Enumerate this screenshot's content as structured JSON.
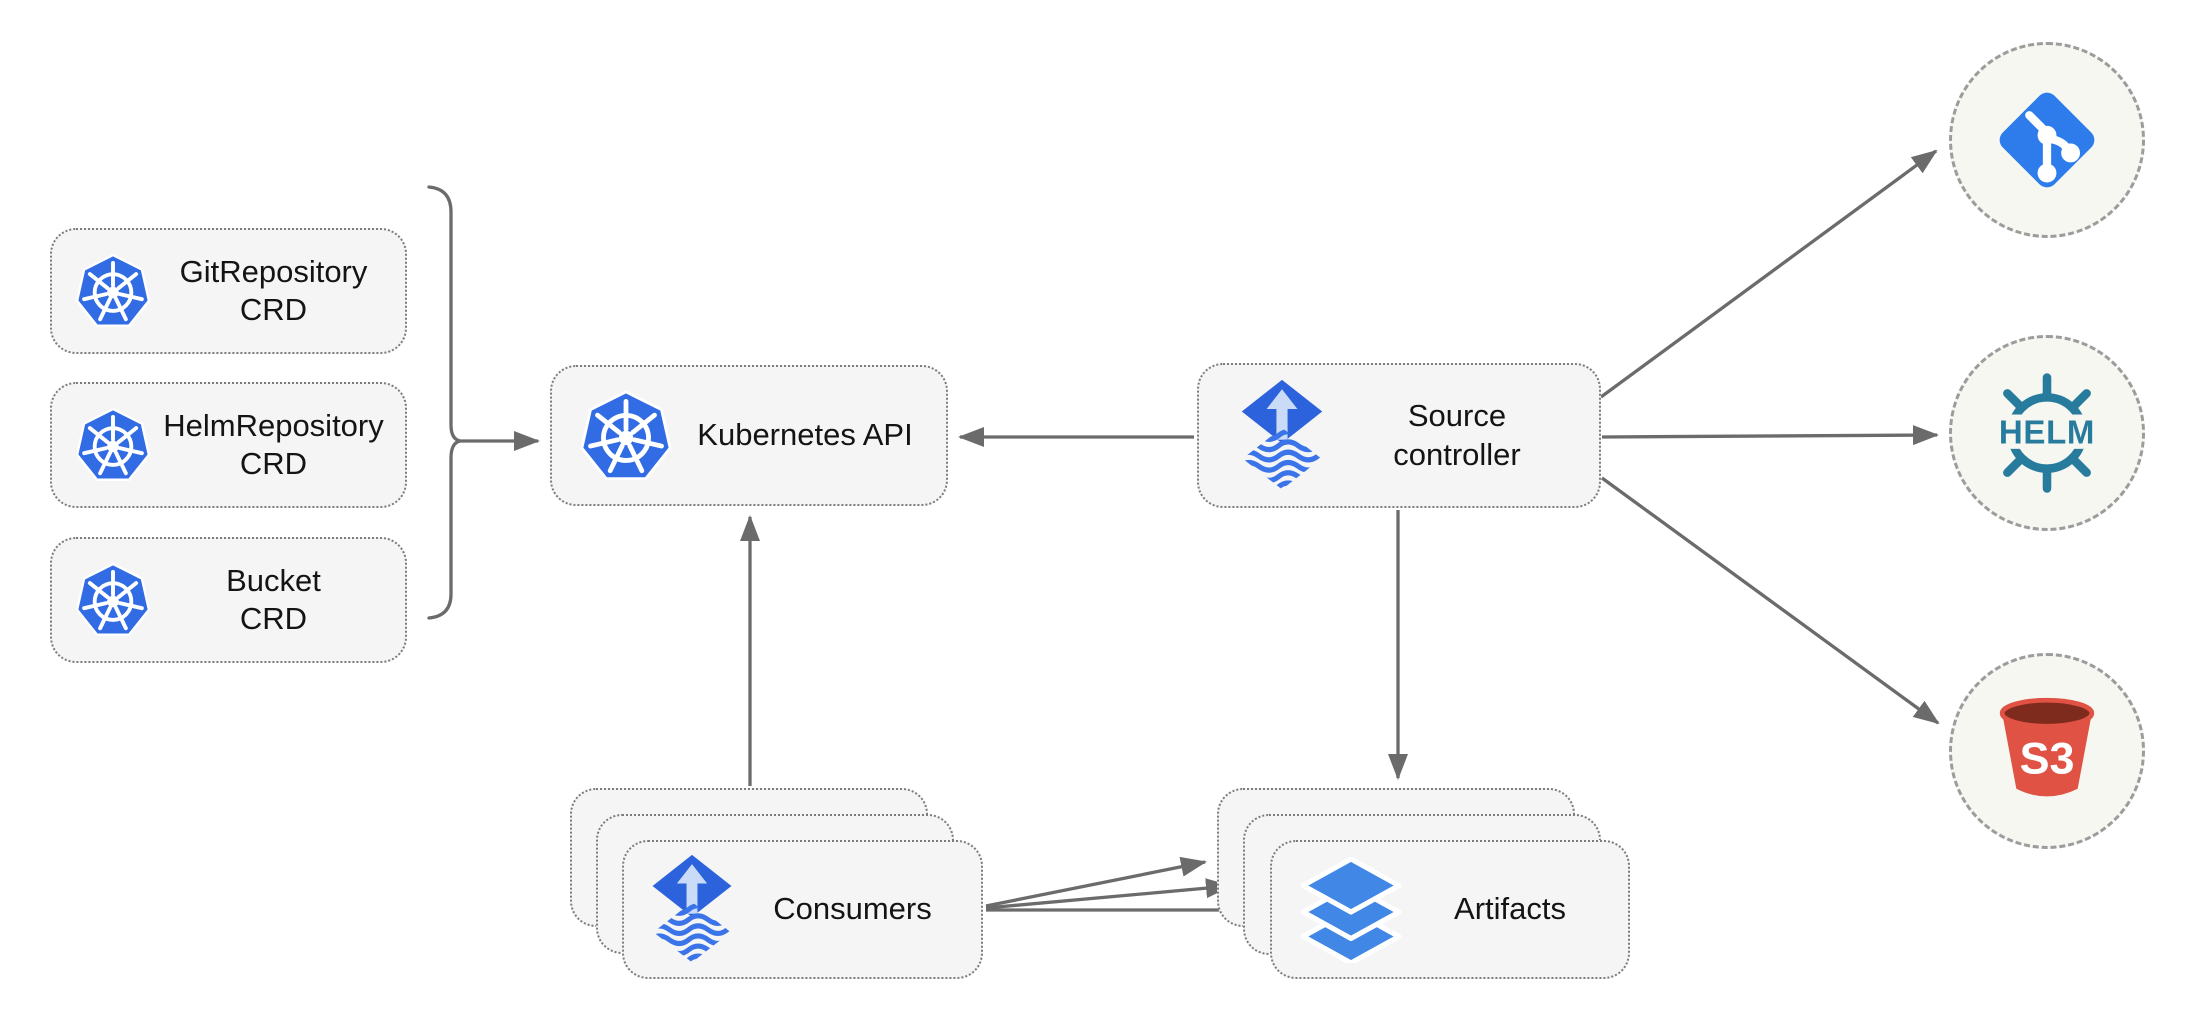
{
  "nodes": {
    "crds": [
      {
        "line1": "GitRepository",
        "line2": "CRD"
      },
      {
        "line1": "HelmRepository",
        "line2": "CRD"
      },
      {
        "line1": "Bucket",
        "line2": "CRD"
      }
    ],
    "kubernetes_api": {
      "label": "Kubernetes API"
    },
    "source_controller": {
      "line1": "Source",
      "line2": "controller"
    },
    "consumers": {
      "label": "Consumers"
    },
    "artifacts": {
      "label": "Artifacts"
    }
  },
  "external_sources": {
    "git": {
      "icon": "git-icon"
    },
    "helm": {
      "icon": "helm-icon",
      "label": "HELM"
    },
    "s3": {
      "icon": "s3-bucket-icon",
      "label": "S3"
    }
  },
  "edges": [
    {
      "from": "crd-group-bracket",
      "to": "kubernetes-api"
    },
    {
      "from": "source-controller",
      "to": "kubernetes-api"
    },
    {
      "from": "consumers",
      "to": "kubernetes-api"
    },
    {
      "from": "source-controller",
      "to": "artifacts"
    },
    {
      "from": "source-controller",
      "to": "git"
    },
    {
      "from": "source-controller",
      "to": "helm"
    },
    {
      "from": "source-controller",
      "to": "s3"
    },
    {
      "from": "consumers",
      "to": "artifacts-back"
    },
    {
      "from": "consumers",
      "to": "artifacts-middle"
    },
    {
      "from": "consumers",
      "to": "artifacts-front"
    }
  ],
  "colors": {
    "kubernetes_blue": "#326CE5",
    "flux_blue": "#2C63DC",
    "flux_arrow_light": "#C9DBF6",
    "flux_wave_blue": "#3B74E8",
    "layers_blue": "#4187E5",
    "git_blue": "#2E7CEB",
    "helm_teal": "#277B9C",
    "s3_red": "#E05243",
    "s3_dark_red": "#7E2A1D",
    "edge_gray": "#6b6b6b",
    "node_fill": "#F5F5F5",
    "circle_fill": "#F7F7F2"
  }
}
